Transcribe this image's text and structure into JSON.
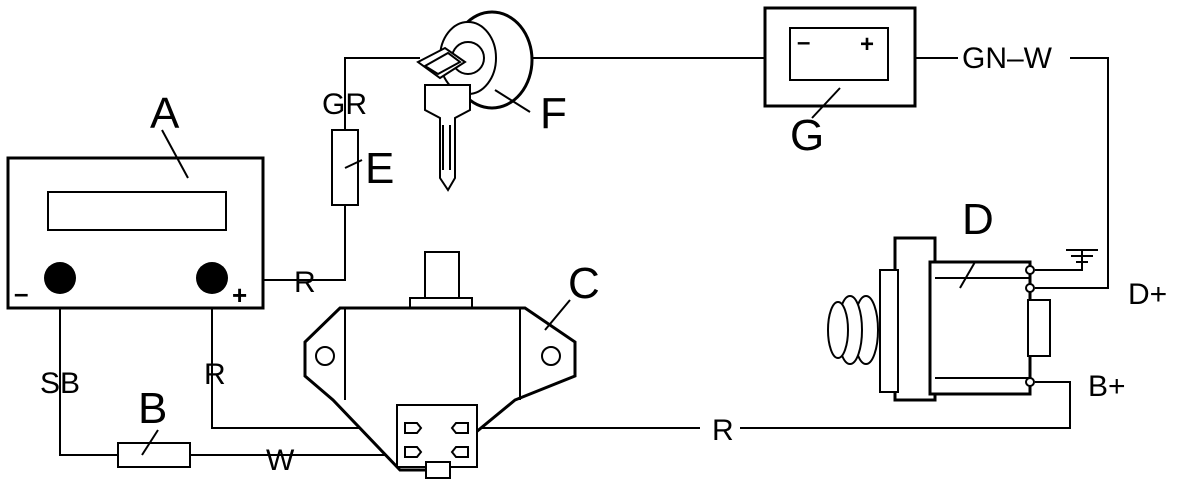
{
  "components": {
    "battery_unit": "A",
    "resistor_b": "B",
    "regulator": "C",
    "alternator": "D",
    "resistor_e": "E",
    "ignition_switch": "F",
    "warning_lamp": "G"
  },
  "wire_labels": {
    "sb": "SB",
    "r_left": "R",
    "r_top": "R",
    "r_bottom": "R",
    "w": "W",
    "gr": "GR",
    "gn_w": "GN–W"
  },
  "terminal_labels": {
    "d_plus": "D+",
    "b_plus": "B+"
  },
  "polarity": {
    "minus": "–",
    "plus": "+"
  }
}
